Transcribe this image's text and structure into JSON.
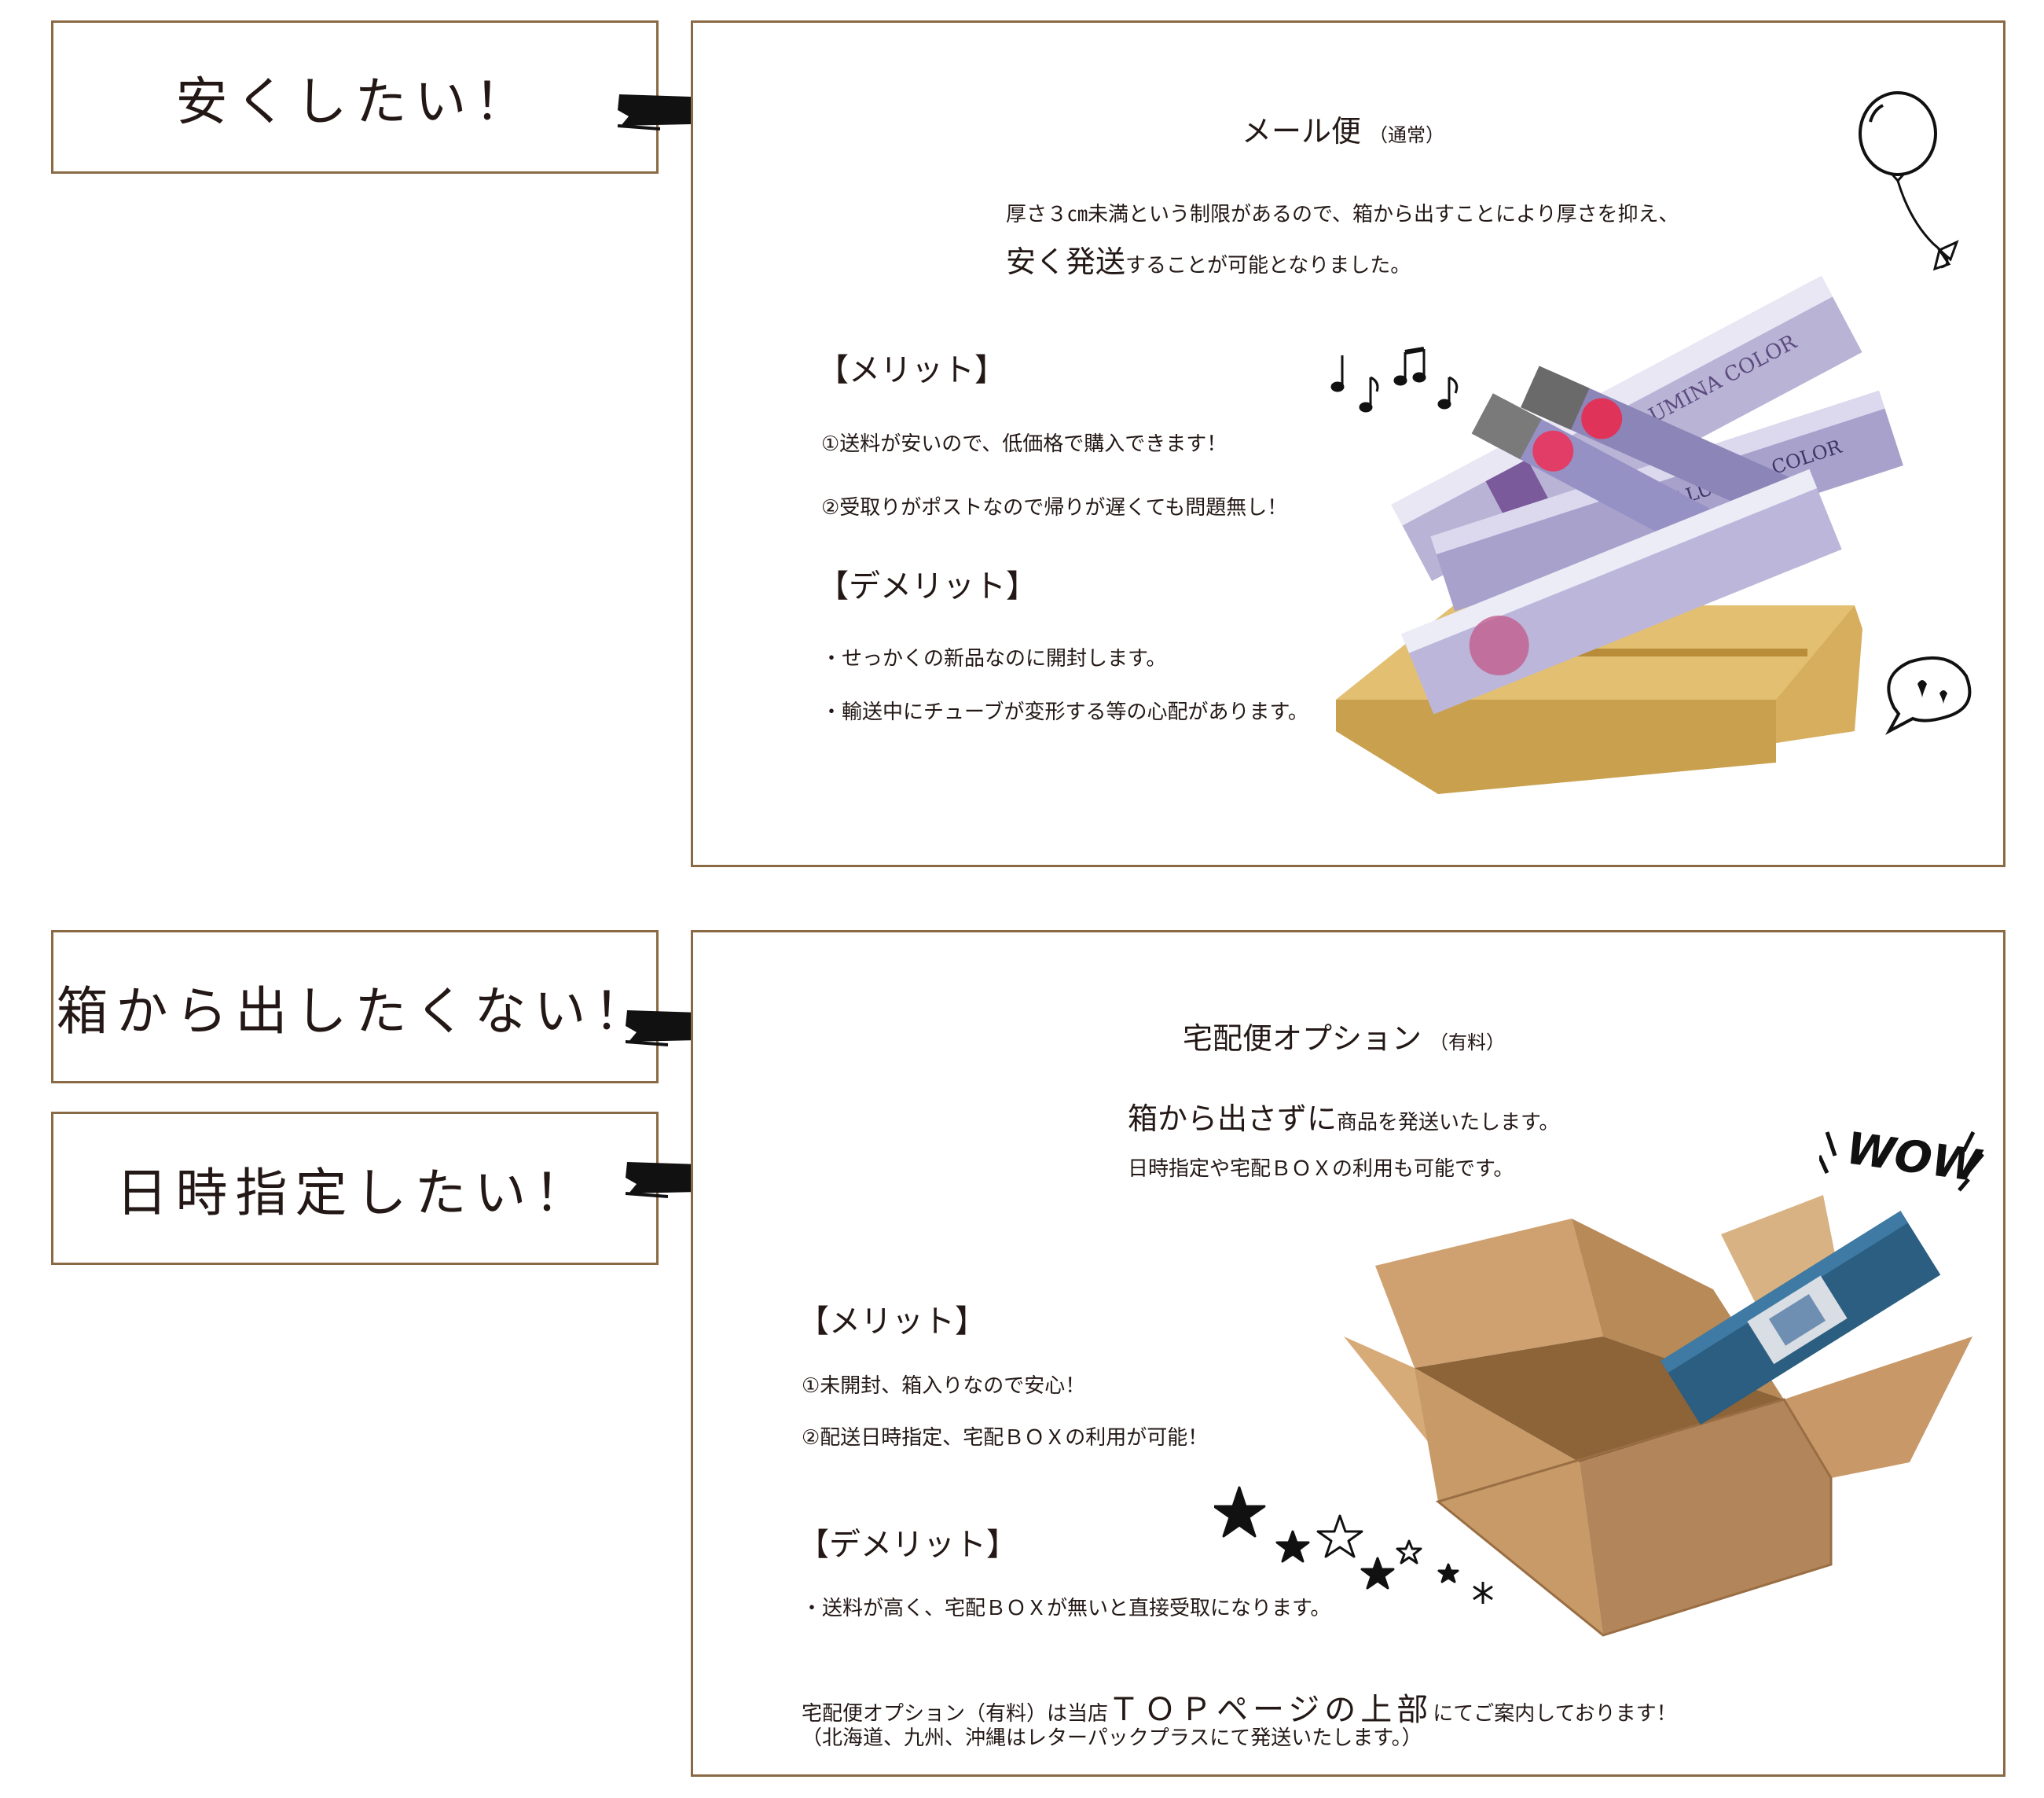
{
  "section1": {
    "label": "安くしたい！",
    "title": "メール便",
    "title_note": "（通常）",
    "intro_line1": "厚さ３㎝未満という制限があるので、箱から出すことにより厚さを抑え、",
    "intro_line2_emph": "安く発送",
    "intro_line2_rest": "することが可能となりました。",
    "merit_heading": "【メリット】",
    "merits": [
      "①送料が安いので、低価格で購入できます！",
      "②受取りがポストなので帰りが遅くても問題無し！"
    ],
    "demerit_heading": "【デメリット】",
    "demerits": [
      "・せっかくの新品なのに開封します。",
      "・輸送中にチューブが変形する等の心配があります。"
    ],
    "product_brand": "ILLUMINA COLOR"
  },
  "section2": {
    "labels": [
      "箱から出したくない！",
      "日時指定したい！"
    ],
    "title": "宅配便オプション",
    "title_note": "（有料）",
    "intro_emph": "箱から出さずに",
    "intro_rest": "商品を発送いたします。",
    "intro_line2": "日時指定や宅配ＢＯＸの利用も可能です。",
    "wow": "WOW",
    "merit_heading": "【メリット】",
    "merits": [
      "①未開封、箱入りなので安心！",
      "②配送日時指定、宅配ＢＯＸの利用が可能！"
    ],
    "demerit_heading": "【デメリット】",
    "demerits": [
      "・送料が高く、宅配ＢＯＸが無いと直接受取になります。"
    ],
    "footer_prefix": "宅配便オプション（有料）は当店",
    "footer_emph": "ＴＯＰページの上部",
    "footer_suffix": "にてご案内しております！",
    "footer_line2": "（北海道、九州、沖縄はレターパックプラスにて発送いたします。）"
  },
  "colors": {
    "border": "#8a6a45",
    "text": "#231815",
    "cardboard": "#d8b27a",
    "blue_box": "#2b5e80"
  }
}
